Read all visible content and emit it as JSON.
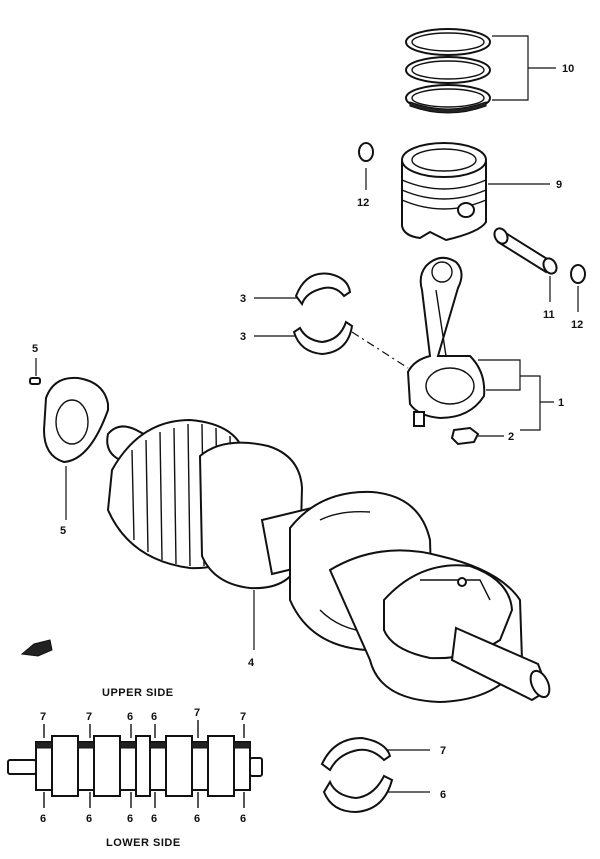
{
  "callouts": {
    "c10": "10",
    "c9": "9",
    "c12a": "12",
    "c12b": "12",
    "c11": "11",
    "c3a": "3",
    "c3b": "3",
    "c1": "1",
    "c2": "2",
    "c5a": "5",
    "c5b": "5",
    "c4": "4",
    "c7": "7",
    "c6": "6"
  },
  "inset": {
    "upper_caption": "UPPER SIDE",
    "lower_caption": "LOWER SIDE",
    "upper_numbers": [
      "7",
      "7",
      "6",
      "6",
      "7",
      "7"
    ],
    "lower_numbers": [
      "6",
      "6",
      "6",
      "6",
      "6",
      "6"
    ]
  }
}
